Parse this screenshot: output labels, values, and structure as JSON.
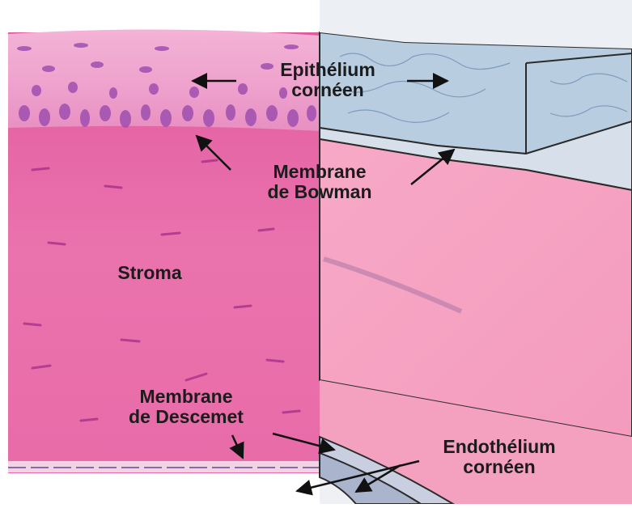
{
  "labels": {
    "epithelium": {
      "line1": "Epithélium",
      "line2": "cornéen"
    },
    "bowman": {
      "line1": "Membrane",
      "line2": "de Bowman"
    },
    "stroma": {
      "line1": "Stroma"
    },
    "descemet": {
      "line1": "Membrane",
      "line2": "de Descemet"
    },
    "endothelium": {
      "line1": "Endothélium",
      "line2": "cornéen"
    }
  },
  "colors": {
    "histology_stroma": "#e86aa8",
    "histology_epithelium": "#f0a6cf",
    "histology_nuclei": "#a04fb0",
    "drawing_epithelium": "#b9cde0",
    "drawing_bowman": "#d7e0ea",
    "drawing_stroma": "#f6a5c3",
    "drawing_descemet": "#c9cfe0",
    "label_text": "#1c1c1c"
  }
}
